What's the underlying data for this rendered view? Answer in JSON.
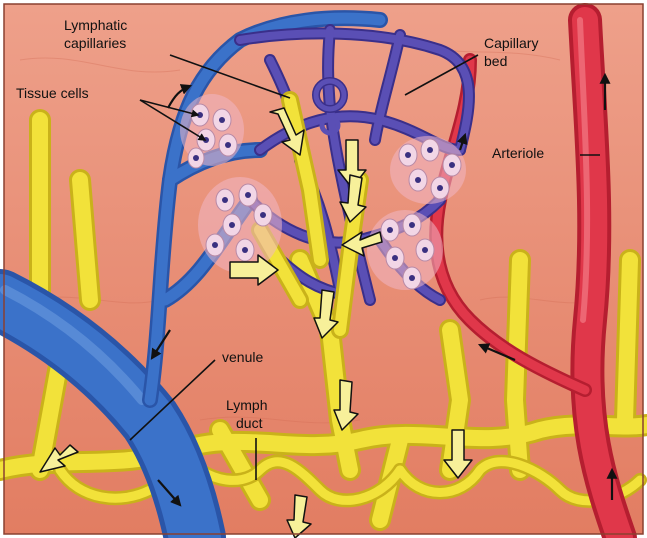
{
  "labels": {
    "lymphatic_1": "Lymphatic",
    "lymphatic_2": "capillaries",
    "tissue_cells": "Tissue cells",
    "capillary_1": "Capillary",
    "capillary_2": "bed",
    "arteriole": "Arteriole",
    "venule": "venule",
    "lymph_1": "Lymph",
    "lymph_2": "duct"
  },
  "colors": {
    "tissue": "#e88a6e",
    "tissue_light": "#f2a58a",
    "vein": "#3b72c9",
    "vein_dark": "#2a55a8",
    "capillary_bed": "#5a4fb5",
    "artery": "#e0374a",
    "lymph": "#f2e23a",
    "lymph_edge": "#c9b21a",
    "cell": "#f2d6e6",
    "nucleus": "#3a3080"
  }
}
